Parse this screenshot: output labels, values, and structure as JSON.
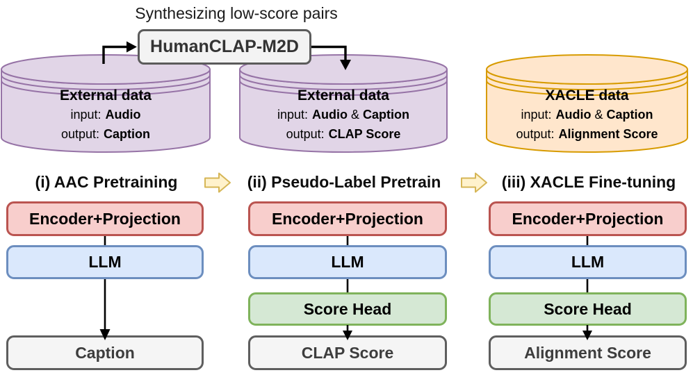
{
  "annotation": {
    "label": "Synthesizing low-score pairs"
  },
  "model_box": {
    "label": "HumanCLAP-M2D"
  },
  "cylinders": [
    {
      "title": "External data",
      "theme": "purple",
      "lines": [
        {
          "prefix": "input:",
          "bold": "Audio"
        },
        {
          "prefix": "output:",
          "bold": "Caption"
        }
      ]
    },
    {
      "title": "External data",
      "theme": "purple",
      "lines": [
        {
          "prefix": "input:",
          "bold": "Audio",
          "amp": "&",
          "bold2": "Caption"
        },
        {
          "prefix": "output:",
          "bold": "CLAP Score"
        }
      ]
    },
    {
      "title": "XACLE data",
      "theme": "orange",
      "lines": [
        {
          "prefix": "input:",
          "bold": "Audio",
          "amp": "&",
          "bold2": "Caption"
        },
        {
          "prefix": "output:",
          "bold": "Alignment Score"
        }
      ]
    }
  ],
  "stages": [
    {
      "label": "(i) AAC Pretraining",
      "encoder": "Encoder+Projection",
      "llm": "LLM",
      "output": "Caption"
    },
    {
      "label": "(ii) Pseudo-Label Pretrain",
      "encoder": "Encoder+Projection",
      "llm": "LLM",
      "score_head": "Score Head",
      "output": "CLAP Score"
    },
    {
      "label": "(iii) XACLE Fine-tuning",
      "encoder": "Encoder+Projection",
      "llm": "LLM",
      "score_head": "Score Head",
      "output": "Alignment Score"
    }
  ],
  "colors": {
    "purple_fill": "#e1d5e7",
    "purple_stroke": "#9673a6",
    "orange_fill": "#ffe6cc",
    "orange_stroke": "#d79b00",
    "red_fill": "#f8cecc",
    "red_stroke": "#ba5450",
    "blue_fill": "#dae8fc",
    "blue_stroke": "#6c8ebf",
    "green_fill": "#d5e8d4",
    "green_stroke": "#7fb35b",
    "gray_fill": "#f5f5f5",
    "gray_stroke": "#5e5e5e",
    "flow_arrow_fill": "#fff2cc",
    "flow_arrow_stroke": "#d6b656",
    "connector": "#000000"
  }
}
